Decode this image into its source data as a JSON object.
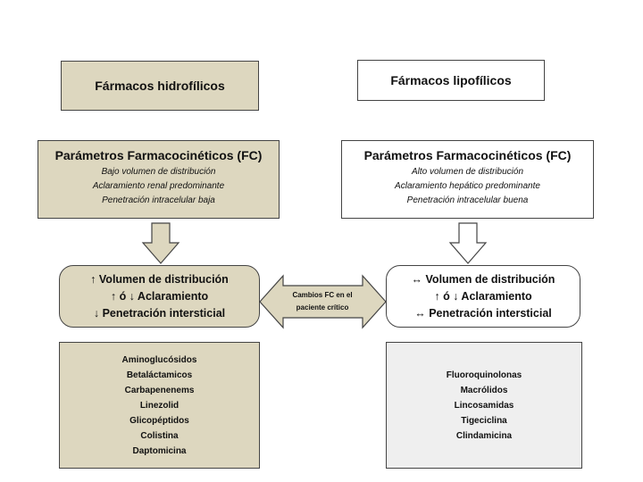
{
  "left": {
    "title": "Fármacos hidrofílicos",
    "params_title": "Parámetros Farmacocinéticos (FC)",
    "params": [
      "Bajo volumen de distribución",
      "Aclaramiento renal predominante",
      "Penetración intracelular baja"
    ],
    "effects": [
      "↑ Volumen de distribución",
      "↑ ó ↓ Aclaramiento",
      "↓ Penetración intersticial"
    ],
    "drugs": [
      "Aminoglucósidos",
      "Betaláctamicos",
      "Carbapenenems",
      "Linezolid",
      "Glicopéptidos",
      "Colistina",
      "Daptomicina"
    ]
  },
  "right": {
    "title": "Fármacos lipofílicos",
    "params_title": "Parámetros Farmacocinéticos (FC)",
    "params": [
      "Alto volumen de distribución",
      "Aclaramiento hepático predominante",
      "Penetración intracelular buena"
    ],
    "effects": [
      "↔ Volumen de distribución",
      "↑ ó ↓ Aclaramiento",
      "↔ Penetración intersticial"
    ],
    "drugs": [
      "Fluoroquinolonas",
      "Macrólidos",
      "Lincosamidas",
      "Tigeciclina",
      "Clindamicina"
    ]
  },
  "center": {
    "label_line1": "Cambios FC  en el",
    "label_line2": "paciente crítico"
  },
  "colors": {
    "tan": "#ddd7bf",
    "grey": "#efefef",
    "border": "#444444"
  }
}
